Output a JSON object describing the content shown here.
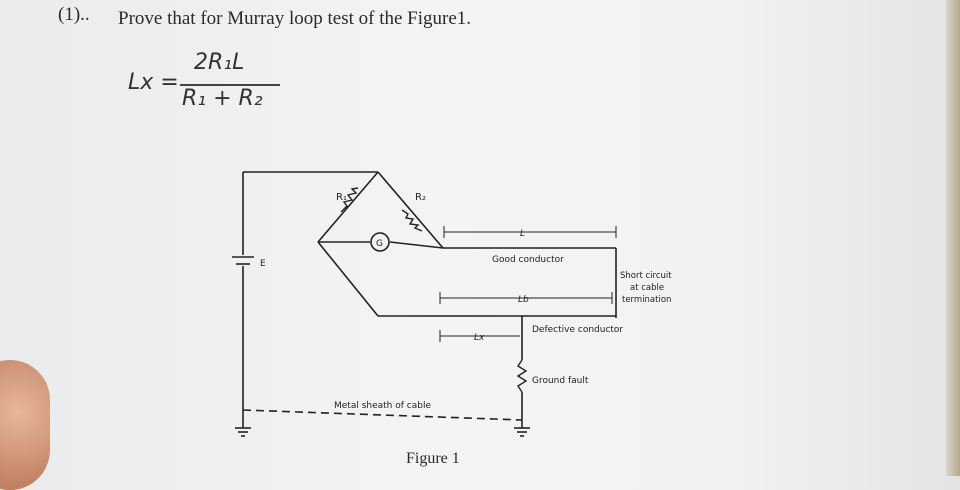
{
  "question": {
    "number": "(1)..",
    "text": "Prove that for Murray loop test of the Figure1."
  },
  "formula": {
    "lhs": "Lx =",
    "numerator": "2R₁L",
    "denominator": "R₁ + R₂"
  },
  "figure": {
    "labels": {
      "r1": "R₁",
      "r2": "R₂",
      "galvanometer": "G",
      "battery": "E",
      "length_total": "L",
      "length_b": "Lb",
      "length_x": "Lx",
      "good_conductor": "Good conductor",
      "defective_conductor": "Defective conductor",
      "short_circuit_1": "Short circuit",
      "short_circuit_2": "at cable",
      "short_circuit_3": "termination",
      "ground_fault": "Ground fault",
      "metal_sheath": "Metal sheath of cable"
    },
    "caption": "Figure 1"
  }
}
